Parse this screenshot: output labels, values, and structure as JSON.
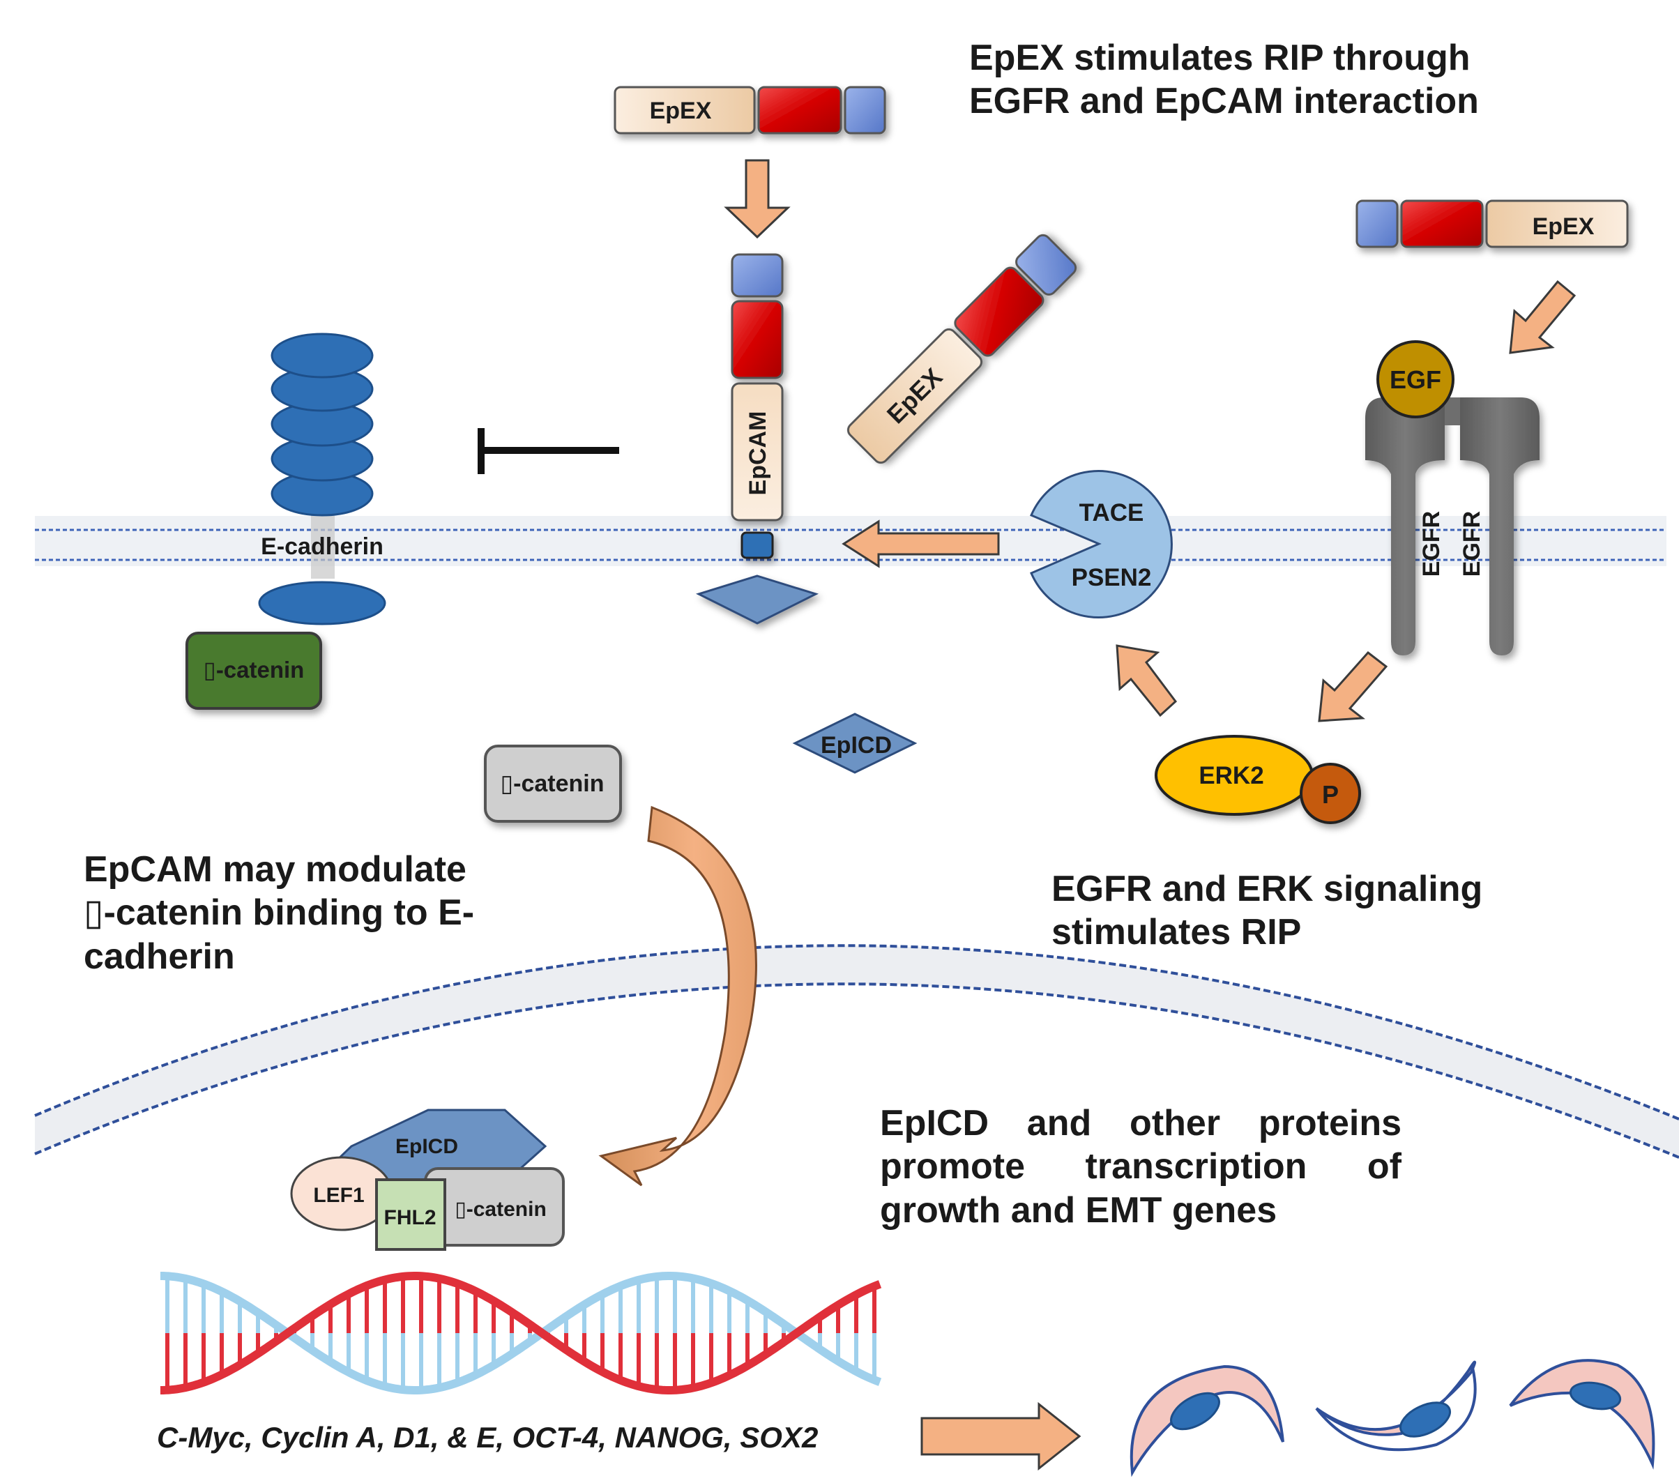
{
  "captions": {
    "epex_rip": [
      "EpEX stimulates RIP through",
      "EGFR and EpCAM interaction"
    ],
    "epcam_modulate": [
      "EpCAM may modulate",
      "▯-catenin binding to E-",
      "cadherin"
    ],
    "egfr_erk": [
      "EGFR and ERK signaling",
      "stimulates RIP"
    ],
    "epicd_promote": [
      "EpICD and other proteins",
      "promote transcription of",
      "growth and EMT genes"
    ],
    "genes": "C-Myc, Cyclin A, D1, & E, OCT-4, NANOG, SOX2"
  },
  "labels": {
    "epex_top": "EpEX",
    "epex_right": "EpEX",
    "epex_tilted": "EpEX",
    "epcam": "EpCAM",
    "e_cadherin": "E-cadherin",
    "catenin_membrane": "▯-catenin",
    "catenin_free": "▯-catenin",
    "catenin_nuclear": "▯-catenin",
    "tace": "TACE",
    "psen2": "PSEN2",
    "egf": "EGF",
    "egfr_1": "EGFR",
    "egfr_2": "EGFR",
    "erk2": "ERK2",
    "phospho": "P",
    "epicd_cyto": "EpICD",
    "epicd_nuclear": "EpICD",
    "lef1": "LEF1",
    "fhl2": "FHL2"
  },
  "colors": {
    "arrow_fill": "#f4b183",
    "red_domain": "#d40000",
    "blue_domain": "#6f8fd6",
    "epex_beige": "#f2dcc0",
    "cadherin_blue": "#2e6fb5",
    "catenin_green": "#4a7a2e",
    "tace_blue": "#9dc3e6",
    "egfr_gray": "#6e6e6e",
    "egf_gold": "#bf8f00",
    "erk_yellow": "#ffc000",
    "phospho_orange": "#c55a11",
    "dna_red": "#e0303a",
    "dna_blue": "#9fd0ec",
    "membrane_blue": "#2f4f9a"
  },
  "icons": [
    "inhibition-bar-icon",
    "dna-helix-icon",
    "mesenchymal-cell-icon"
  ]
}
